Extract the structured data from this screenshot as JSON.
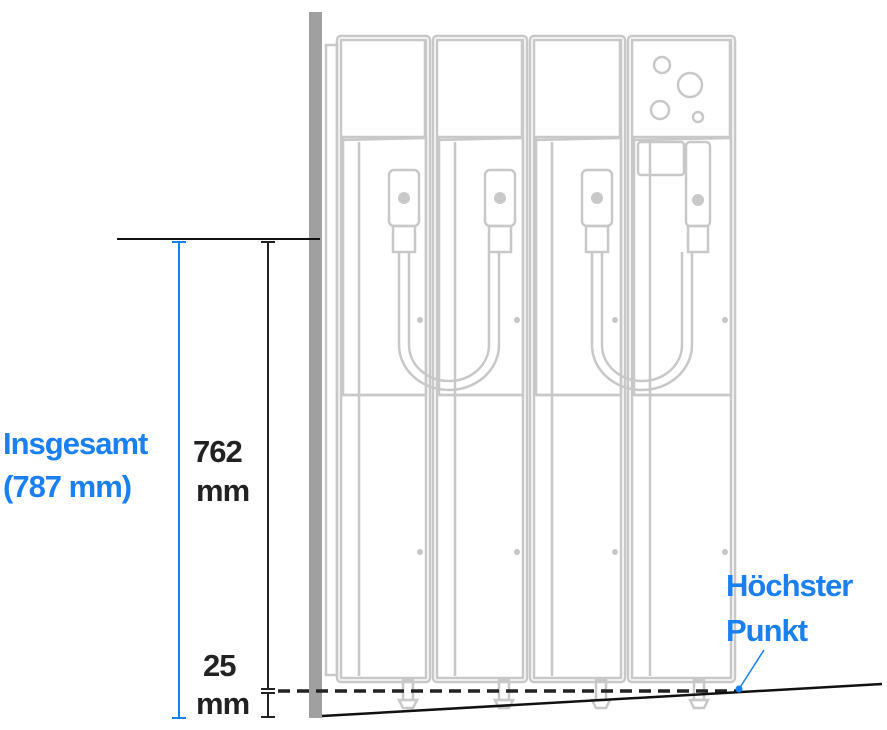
{
  "labels": {
    "total_line1": "Insgesamt",
    "total_line2": "(787 mm)",
    "height_value": "762",
    "height_unit": "mm",
    "gap_value": "25",
    "gap_unit": "mm",
    "highest_line1": "Höchster",
    "highest_line2": "Punkt"
  },
  "colors": {
    "accent": "#1a7ff0",
    "wall": "#a0a0a0",
    "cabinet": "#c8c8c8",
    "dimension": "#222222"
  }
}
